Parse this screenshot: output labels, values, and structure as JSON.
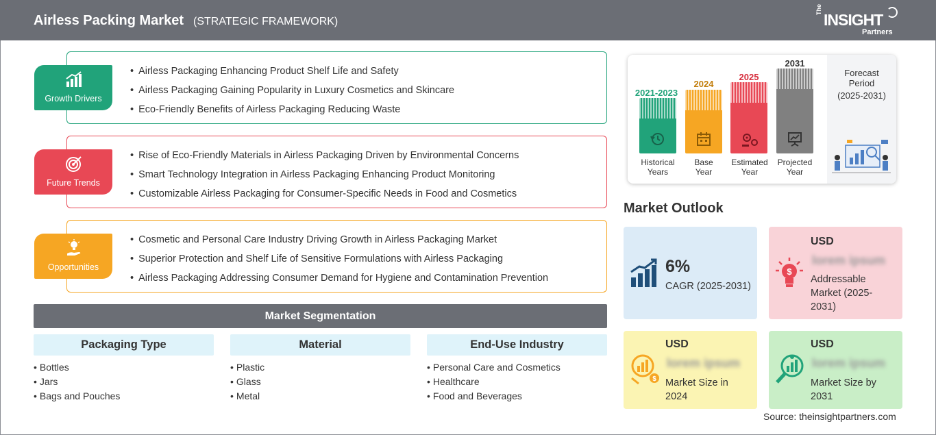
{
  "header": {
    "title": "Airless Packing Market",
    "subtitle": "(STRATEGIC FRAMEWORK)",
    "logo": {
      "the": "The",
      "insight": "INSIGHT",
      "partners": "Partners"
    }
  },
  "colors": {
    "header": "#6b6e75",
    "growth": "#21a37a",
    "trends": "#e84855",
    "opportunities": "#f6a623"
  },
  "sections": [
    {
      "label": "Growth Drivers",
      "icon": "growth-chart-icon",
      "items": [
        "Airless Packaging Enhancing Product Shelf Life and Safety",
        "Airless Packaging Gaining Popularity in Luxury Cosmetics and Skincare",
        "Eco-Friendly Benefits of Airless Packaging Reducing Waste"
      ]
    },
    {
      "label": "Future Trends",
      "icon": "target-icon",
      "items": [
        "Rise of Eco-Friendly Materials in Airless Packaging Driven by Environmental Concerns",
        "Smart Technology Integration in Airless Packaging Enhancing Product Monitoring",
        "Customizable Airless Packaging for Consumer-Specific Needs in Food and Cosmetics"
      ]
    },
    {
      "label": "Opportunities",
      "icon": "lightbulb-hand-icon",
      "items": [
        "Cosmetic and Personal Care Industry Driving Growth in Airless Packaging Market",
        "Superior Protection and Shelf Life of Sensitive Formulations with Airless Packaging",
        "Airless Packaging Addressing Consumer Demand for Hygiene and Contamination Prevention"
      ]
    }
  ],
  "segmentation": {
    "title": "Market Segmentation",
    "columns": [
      {
        "title": "Packaging Type",
        "items": [
          "Bottles",
          "Jars",
          "Bags and Pouches"
        ]
      },
      {
        "title": "Material",
        "items": [
          "Plastic",
          "Glass",
          "Metal"
        ]
      },
      {
        "title": "End-Use Industry",
        "items": [
          "Personal Care and Cosmetics",
          "Healthcare",
          "Food and Beverages"
        ]
      }
    ]
  },
  "timeline": {
    "forecast": {
      "line1": "Forecast",
      "line2": "Period",
      "line3": "(2025-2031)"
    },
    "bars": [
      {
        "year": "2021-2023",
        "cap1": "Historical",
        "cap2": "Years",
        "color": "#21a37a",
        "icon": "history-icon"
      },
      {
        "year": "2024",
        "cap1": "Base",
        "cap2": "Year",
        "color": "#f6a623",
        "icon": "calendar-icon"
      },
      {
        "year": "2025",
        "cap1": "Estimated",
        "cap2": "Year",
        "color": "#e84855",
        "icon": "gears-icon"
      },
      {
        "year": "2031",
        "cap1": "Projected",
        "cap2": "Year",
        "color": "#808080",
        "icon": "presentation-icon"
      }
    ]
  },
  "outlook": {
    "title": "Market Outlook",
    "cagr": {
      "value": "6%",
      "label": "CAGR (2025-2031)",
      "bg": "#dcebf7"
    },
    "addressable": {
      "usd": "USD",
      "blur": "lorem ipsum",
      "label1": "Addressable",
      "label2": "Market (2025-",
      "label3": "2031)",
      "bg": "#f9d3d8"
    },
    "size2024": {
      "usd": "USD",
      "blur": "lorem ipsum",
      "label1": "Market Size in",
      "label2": "2024",
      "bg": "#fbf4b3"
    },
    "size2031": {
      "usd": "USD",
      "blur": "lorem ipsum",
      "label1": "Market Size by",
      "label2": "2031",
      "bg": "#c9eec7"
    }
  },
  "source": "Source: theinsightpartners.com"
}
